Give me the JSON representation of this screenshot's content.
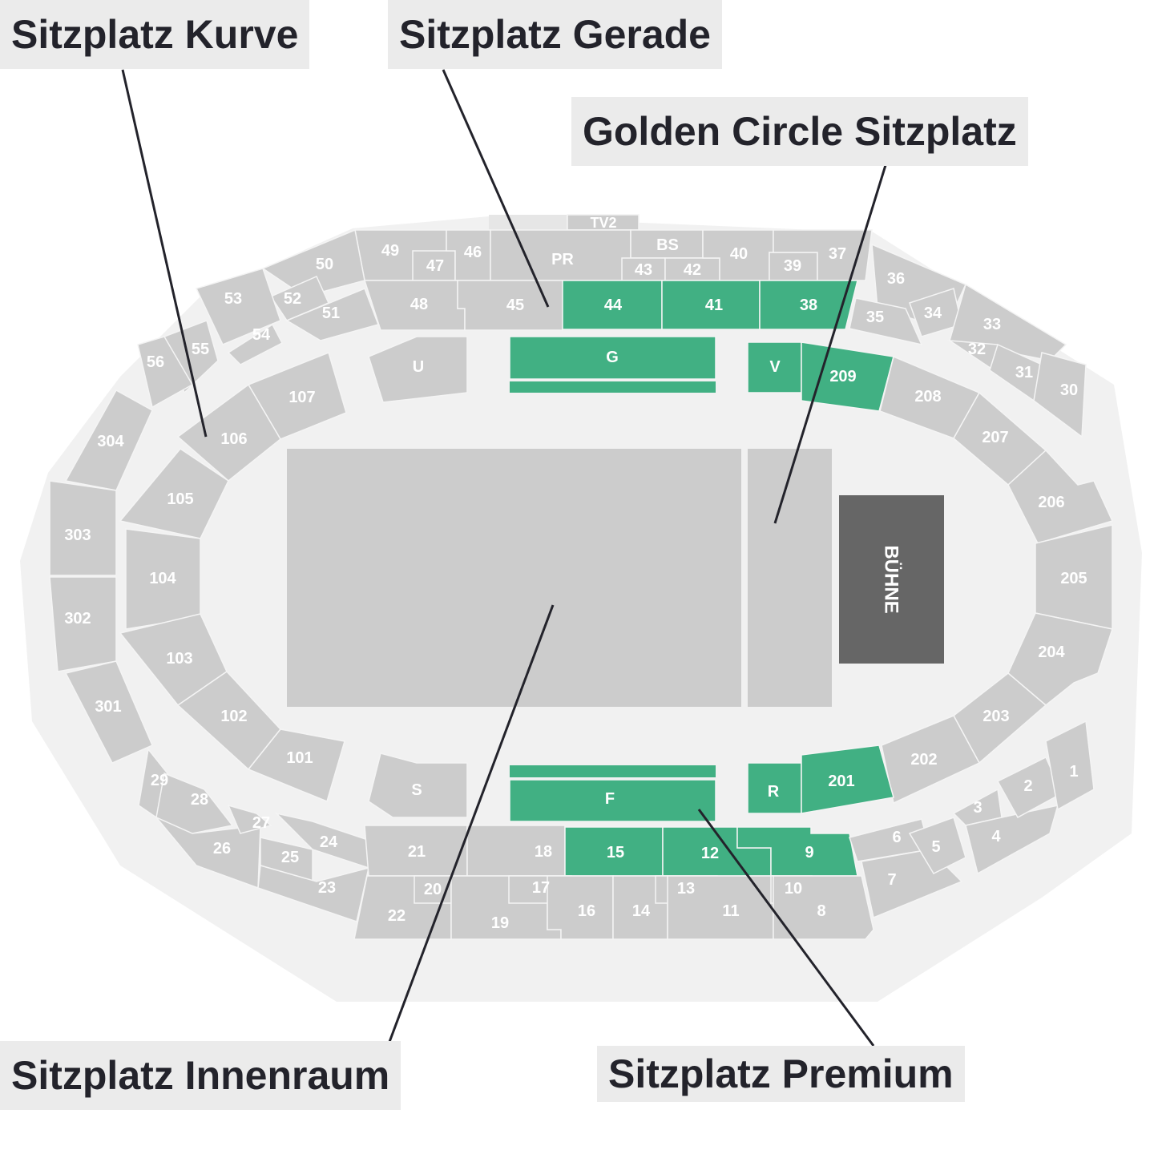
{
  "callouts": {
    "kurve": "Sitzplatz Kurve",
    "gerade": "Sitzplatz Gerade",
    "golden": "Golden Circle Sitzplatz",
    "innenraum": "Sitzplatz Innenraum",
    "premium": "Sitzplatz Premium"
  },
  "stage_label": "BÜHNE",
  "colors": {
    "available": "#41b083",
    "unavailable": "#cccccc",
    "background": "#f1f1f1",
    "stage": "#666666"
  },
  "sections": [
    {
      "label": "TV2",
      "highlighted": false
    },
    {
      "label": "49",
      "highlighted": false
    },
    {
      "label": "47",
      "highlighted": false
    },
    {
      "label": "46",
      "highlighted": false
    },
    {
      "label": "PR",
      "highlighted": false
    },
    {
      "label": "BS",
      "highlighted": false
    },
    {
      "label": "43",
      "highlighted": false
    },
    {
      "label": "42",
      "highlighted": false
    },
    {
      "label": "40",
      "highlighted": false
    },
    {
      "label": "39",
      "highlighted": false
    },
    {
      "label": "37",
      "highlighted": false
    },
    {
      "label": "48",
      "highlighted": false
    },
    {
      "label": "45",
      "highlighted": false
    },
    {
      "label": "44",
      "highlighted": true
    },
    {
      "label": "41",
      "highlighted": true
    },
    {
      "label": "38",
      "highlighted": true
    },
    {
      "label": "50",
      "highlighted": false
    },
    {
      "label": "52",
      "highlighted": false
    },
    {
      "label": "51",
      "highlighted": false
    },
    {
      "label": "53",
      "highlighted": false
    },
    {
      "label": "54",
      "highlighted": false
    },
    {
      "label": "55",
      "highlighted": false
    },
    {
      "label": "56",
      "highlighted": false
    },
    {
      "label": "36",
      "highlighted": false
    },
    {
      "label": "35",
      "highlighted": false
    },
    {
      "label": "34",
      "highlighted": false
    },
    {
      "label": "33",
      "highlighted": false
    },
    {
      "label": "32",
      "highlighted": false
    },
    {
      "label": "31",
      "highlighted": false
    },
    {
      "label": "30",
      "highlighted": false
    },
    {
      "label": "U",
      "highlighted": false
    },
    {
      "label": "G",
      "highlighted": true
    },
    {
      "label": "V",
      "highlighted": true
    },
    {
      "label": "209",
      "highlighted": true
    },
    {
      "label": "107",
      "highlighted": false
    },
    {
      "label": "106",
      "highlighted": false
    },
    {
      "label": "105",
      "highlighted": false
    },
    {
      "label": "104",
      "highlighted": false
    },
    {
      "label": "103",
      "highlighted": false
    },
    {
      "label": "102",
      "highlighted": false
    },
    {
      "label": "101",
      "highlighted": false
    },
    {
      "label": "S",
      "highlighted": false
    },
    {
      "label": "208",
      "highlighted": false
    },
    {
      "label": "207",
      "highlighted": false
    },
    {
      "label": "206",
      "highlighted": false
    },
    {
      "label": "205",
      "highlighted": false
    },
    {
      "label": "204",
      "highlighted": false
    },
    {
      "label": "203",
      "highlighted": false
    },
    {
      "label": "202",
      "highlighted": false
    },
    {
      "label": "R",
      "highlighted": true
    },
    {
      "label": "201",
      "highlighted": true
    },
    {
      "label": "F",
      "highlighted": true
    },
    {
      "label": "304",
      "highlighted": false
    },
    {
      "label": "303",
      "highlighted": false
    },
    {
      "label": "302",
      "highlighted": false
    },
    {
      "label": "301",
      "highlighted": false
    },
    {
      "label": "29",
      "highlighted": false
    },
    {
      "label": "28",
      "highlighted": false
    },
    {
      "label": "26",
      "highlighted": false
    },
    {
      "label": "27",
      "highlighted": false
    },
    {
      "label": "24",
      "highlighted": false
    },
    {
      "label": "25",
      "highlighted": false
    },
    {
      "label": "23",
      "highlighted": false
    },
    {
      "label": "21",
      "highlighted": false
    },
    {
      "label": "18",
      "highlighted": false
    },
    {
      "label": "15",
      "highlighted": true
    },
    {
      "label": "12",
      "highlighted": true
    },
    {
      "label": "9",
      "highlighted": true
    },
    {
      "label": "22",
      "highlighted": false
    },
    {
      "label": "20",
      "highlighted": false
    },
    {
      "label": "19",
      "highlighted": false
    },
    {
      "label": "17",
      "highlighted": false
    },
    {
      "label": "16",
      "highlighted": false
    },
    {
      "label": "14",
      "highlighted": false
    },
    {
      "label": "13",
      "highlighted": false
    },
    {
      "label": "11",
      "highlighted": false
    },
    {
      "label": "10",
      "highlighted": false
    },
    {
      "label": "8",
      "highlighted": false
    },
    {
      "label": "6",
      "highlighted": false
    },
    {
      "label": "7",
      "highlighted": false
    },
    {
      "label": "5",
      "highlighted": false
    },
    {
      "label": "3",
      "highlighted": false
    },
    {
      "label": "4",
      "highlighted": false
    },
    {
      "label": "2",
      "highlighted": false
    },
    {
      "label": "1",
      "highlighted": false
    }
  ]
}
